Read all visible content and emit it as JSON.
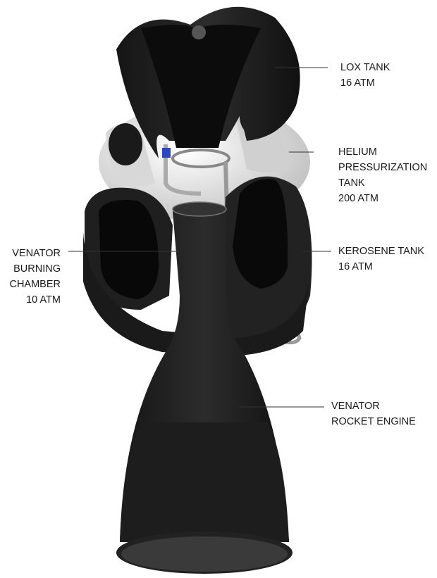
{
  "labels": {
    "lox_tank": {
      "name": "LOX TANK",
      "pressure": "16 ATM"
    },
    "helium_tank": {
      "name1": "HELIUM",
      "name2": "PRESSURIZATION",
      "name3": "TANK",
      "pressure": "200 ATM"
    },
    "burning_chamber": {
      "name1": "VENATOR",
      "name2": "BURNING",
      "name3": "CHAMBER",
      "pressure": "10 ATM"
    },
    "kerosene_tank": {
      "name": "KEROSENE TANK",
      "pressure": "16 ATM"
    },
    "rocket_engine": {
      "name1": "VENATOR",
      "name2": "ROCKET ENGINE"
    }
  },
  "colors": {
    "body": "#1e1e1e",
    "helium": "#e6e6e6",
    "text": "#1a1a1a",
    "leader": "#333333"
  }
}
